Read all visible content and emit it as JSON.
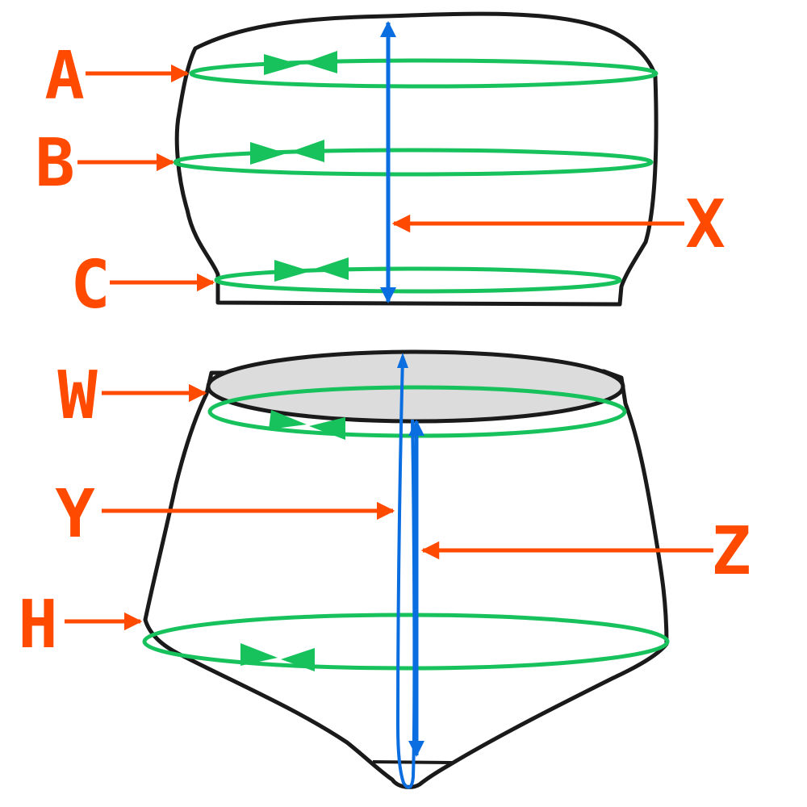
{
  "labels": {
    "a": "A",
    "b": "B",
    "c": "C",
    "x": "X",
    "w": "W",
    "y": "Y",
    "z": "Z",
    "h": "H"
  },
  "colors": {
    "outline": "#1a1a1a",
    "label": "#ff4a00",
    "circumference": "#17c25d",
    "length": "#0a6ee0",
    "waist_fill": "#dcdcdc"
  }
}
